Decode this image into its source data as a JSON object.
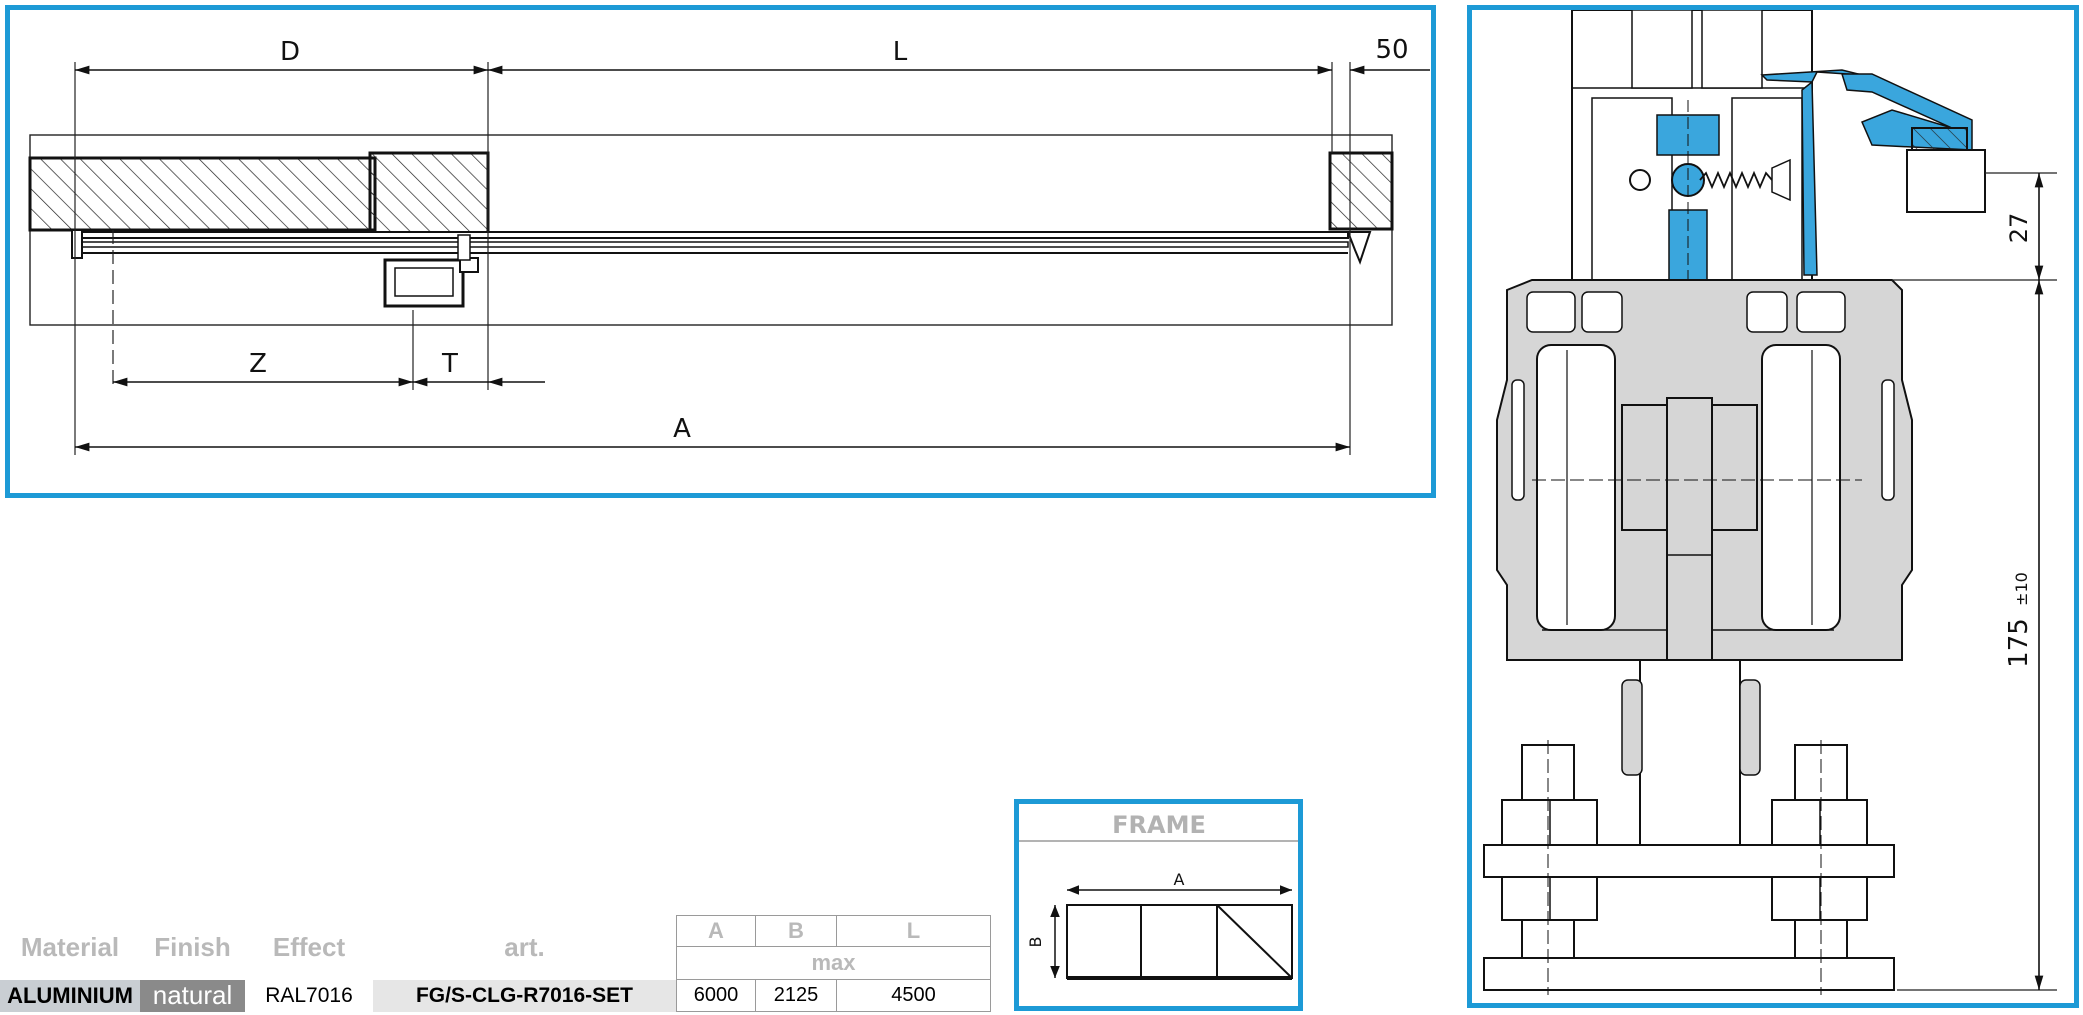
{
  "left_drawing": {
    "labels": {
      "d": "D",
      "l": "L",
      "fifty": "50",
      "z": "Z",
      "t": "T",
      "a": "A"
    }
  },
  "right_drawing": {
    "labels": {
      "twenty_seven": "27",
      "height_main": "175",
      "height_tol": "±10"
    },
    "accent_color": "#3aa6dd",
    "part_color": "#d6d6d6"
  },
  "frame_box": {
    "title": "FRAME",
    "label_a": "A",
    "label_b": "B"
  },
  "spec_table": {
    "headers": {
      "material": "Material",
      "finish": "Finish",
      "effect": "Effect",
      "art": "art.",
      "a": "A",
      "b": "B",
      "l": "L",
      "max": "max"
    },
    "row": {
      "material": "ALUMINIUM",
      "finish": "natural",
      "effect": "RAL7016",
      "art": "FG/S-CLG-R7016-SET",
      "a": "6000",
      "b": "2125",
      "l": "4500"
    }
  },
  "colors": {
    "frame_border": "#1d9ad6",
    "material_bg": "#c9ced3",
    "finish_bg": "#8a8a8a",
    "art_bg": "#e6e6e6"
  }
}
